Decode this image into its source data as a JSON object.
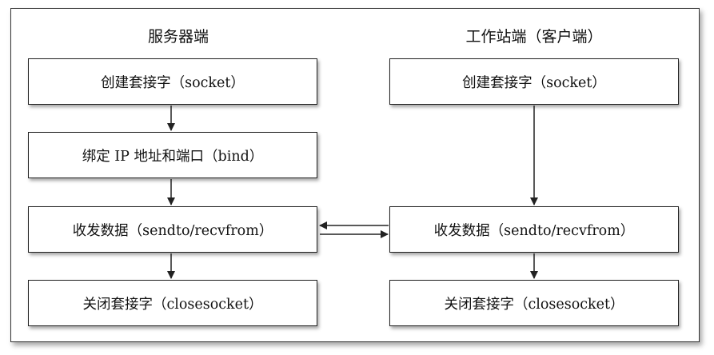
{
  "server": {
    "title": "服务器端",
    "steps": {
      "create": "创建套接字（socket）",
      "bind": "绑定 IP 地址和端口（bind）",
      "transfer": "收发数据（sendto/recvfrom）",
      "close": "关闭套接字（closesocket）"
    }
  },
  "client": {
    "title": "工作站端（客户端）",
    "steps": {
      "create": "创建套接字（socket）",
      "transfer": "收发数据（sendto/recvfrom）",
      "close": "关闭套接字（closesocket）"
    }
  },
  "colors": {
    "border": "#222222",
    "arrow": "#222222"
  }
}
